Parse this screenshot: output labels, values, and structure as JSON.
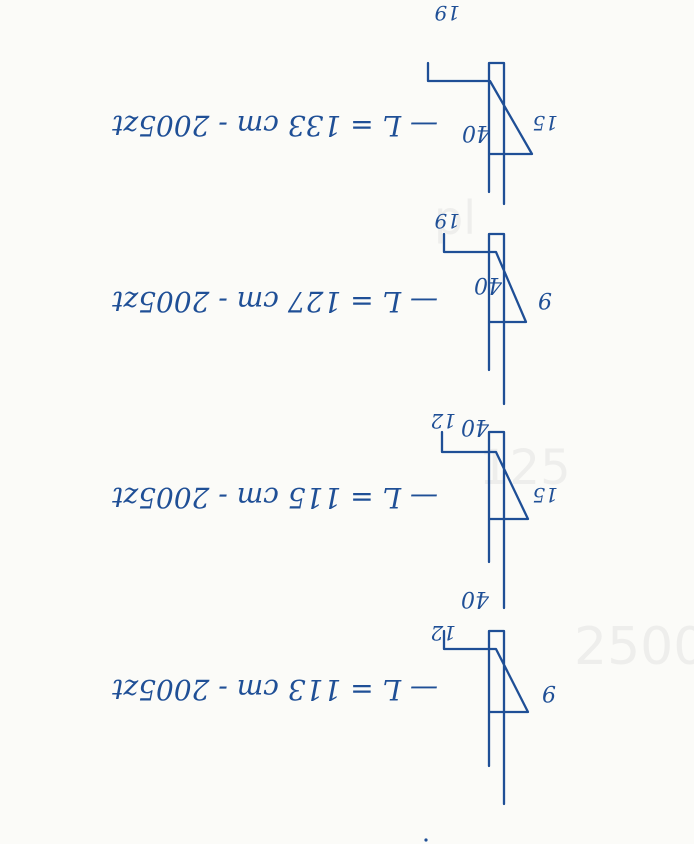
{
  "notes": {
    "rows": [
      {
        "height": "40",
        "top": "19",
        "slant": "15",
        "formula": "— L = 133 cm - 2005zt"
      },
      {
        "height": "40",
        "top": "19",
        "slant": "9",
        "formula": "— L = 127 cm - 2005zt"
      },
      {
        "height": "40",
        "top": "12",
        "slant": "15",
        "formula": "— L = 115 cm - 2005zt"
      },
      {
        "height": "40",
        "top": "12",
        "slant": "9",
        "formula": "— L = 113 cm - 2005zt"
      }
    ]
  },
  "ink_color": "#1f4f96"
}
